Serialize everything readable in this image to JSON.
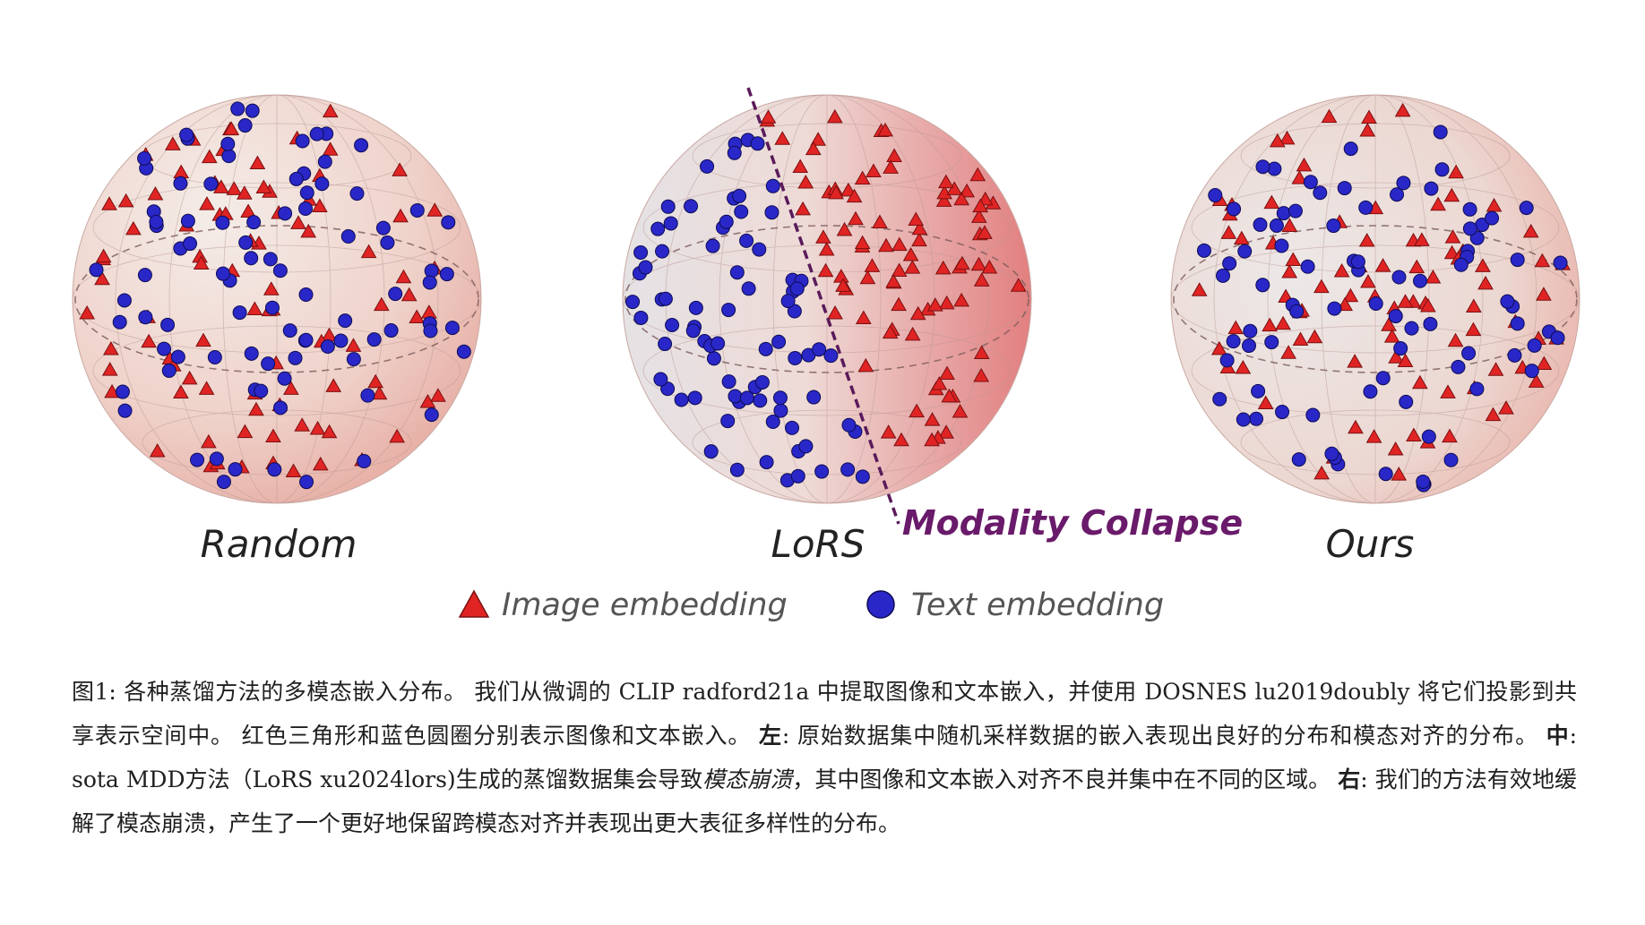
{
  "figure": {
    "panels": [
      {
        "label": "Random"
      },
      {
        "label": "LoRS"
      },
      {
        "label": "Ours"
      }
    ],
    "annotation": "Modality Collapse",
    "legend": {
      "image": "Image embedding",
      "text": "Text embedding"
    },
    "colors": {
      "image_marker": "#e02424",
      "text_marker": "#2a27c8",
      "divider": "#5a1a5a",
      "annotation": "#6a1a6a"
    }
  },
  "caption": {
    "fig_no": "图1:",
    "intro": "各种蒸馏方法的多模态嵌入分布。 我们从微调的 CLIP radford21a 中提取图像和文本嵌入，并使用 DOSNES lu2019doubly 将它们投影到共享表示空间中。 红色三角形和蓝色圆圈分别表示图像和文本嵌入。",
    "left_label": "左",
    "left_text": ": 原始数据集中随机采样数据的嵌入表现出良好的分布和模态对齐的分布。",
    "mid_label": "中",
    "mid_text_a": ": sota MDD方法（LoRS xu2024lors)生成的蒸馏数据集会导致",
    "mid_em": "模态崩溃",
    "mid_text_b": "，其中图像和文本嵌入对齐不良并集中在不同的区域。",
    "right_label": "右",
    "right_text": ": 我们的方法有效地缓解了模态崩溃，产生了一个更好地保留跨模态对齐并表现出更大表征多样性的分布。"
  }
}
